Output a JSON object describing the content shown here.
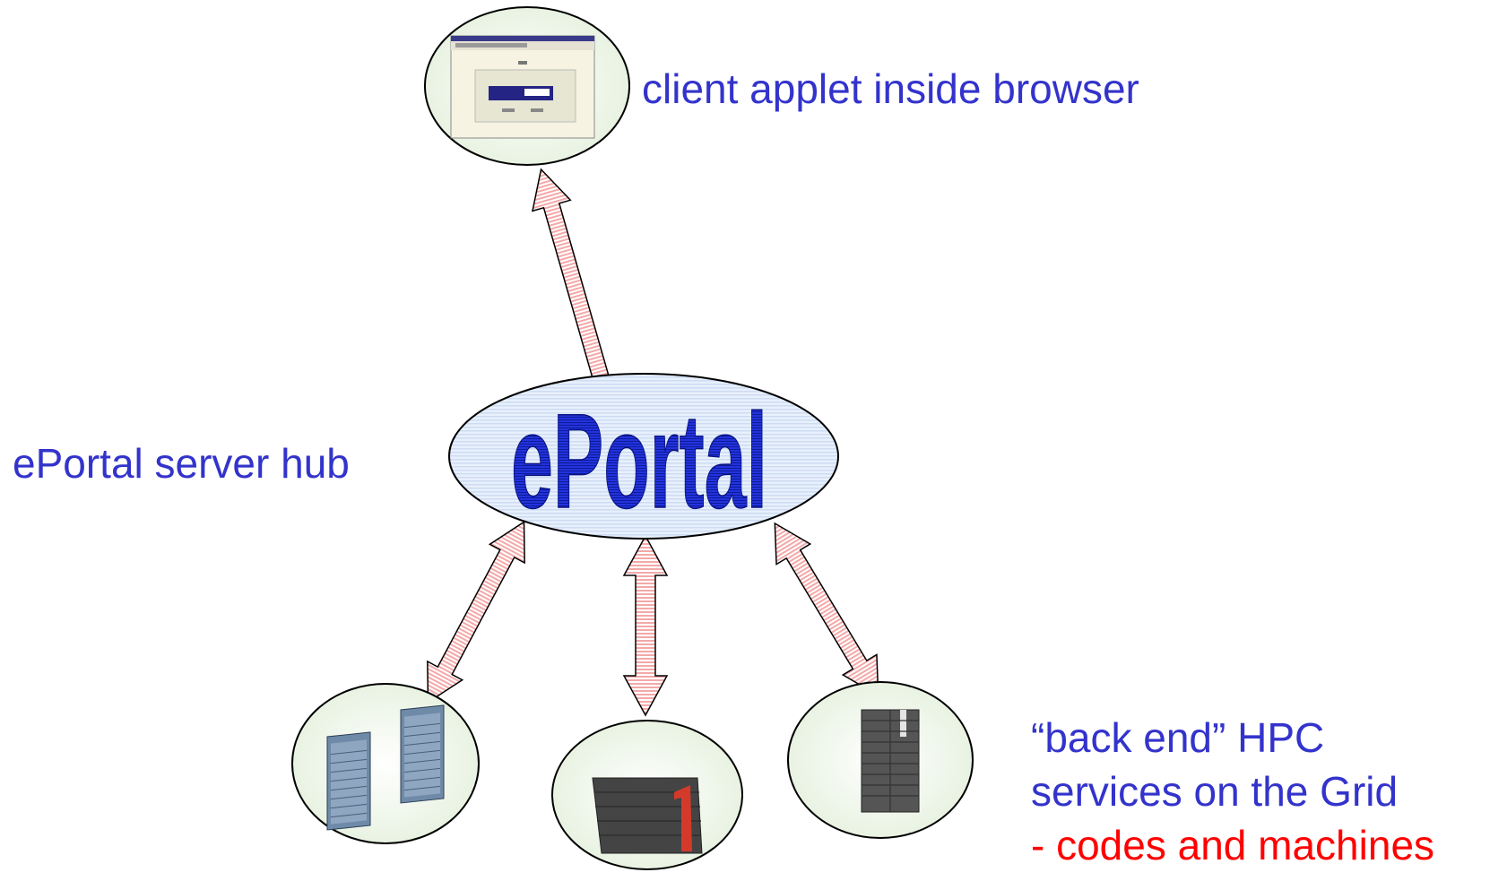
{
  "labels": {
    "client": "client applet inside browser",
    "hub": "ePortal server hub",
    "backend_line1": "“back end” HPC",
    "backend_line2": "services on the Grid",
    "backend_line3": "- codes and machines"
  },
  "hub_logo_text": "ePortal",
  "colors": {
    "label_blue": "#3333cc",
    "label_red": "#ff0000",
    "arrow_fill": "#f7c0c0",
    "hub_fill": "#dde8f8",
    "node_fill": "#eef5e8",
    "logo_blue": "#1f2fcc"
  },
  "nodes": [
    {
      "name": "client-browser",
      "icon": "browser-window-icon"
    },
    {
      "name": "server-tower-pair",
      "icon": "server-tower-icon"
    },
    {
      "name": "supercomputer",
      "icon": "supercomputer-icon"
    },
    {
      "name": "server-rack",
      "icon": "server-rack-icon"
    }
  ]
}
